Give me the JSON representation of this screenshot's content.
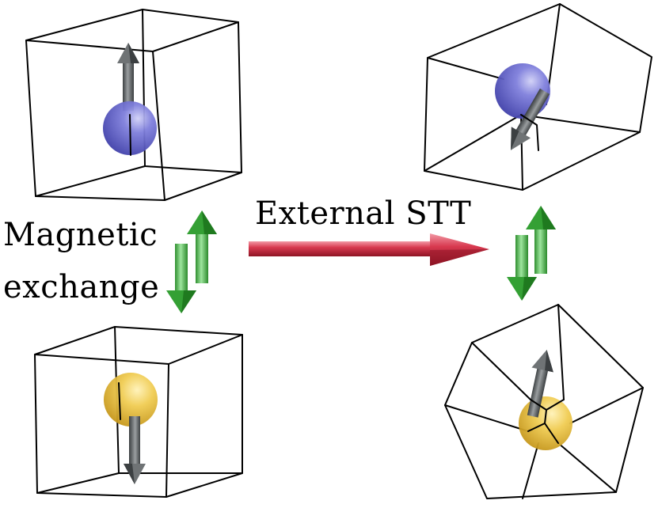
{
  "labels": {
    "magnetic": "Magnetic",
    "exchange": "exchange",
    "external_stt": "External STT"
  },
  "colors": {
    "blue_sphere": "#5a5ac8",
    "gold_sphere": "#e8c24a",
    "spin_arrow": "#5f6466",
    "exchange_arrows": "#3aa53a",
    "stt_arrow": "#c8283c",
    "edges": "#000000"
  },
  "icons": {
    "exchange": "up-down-arrows-icon",
    "transfer": "right-arrow-icon"
  }
}
